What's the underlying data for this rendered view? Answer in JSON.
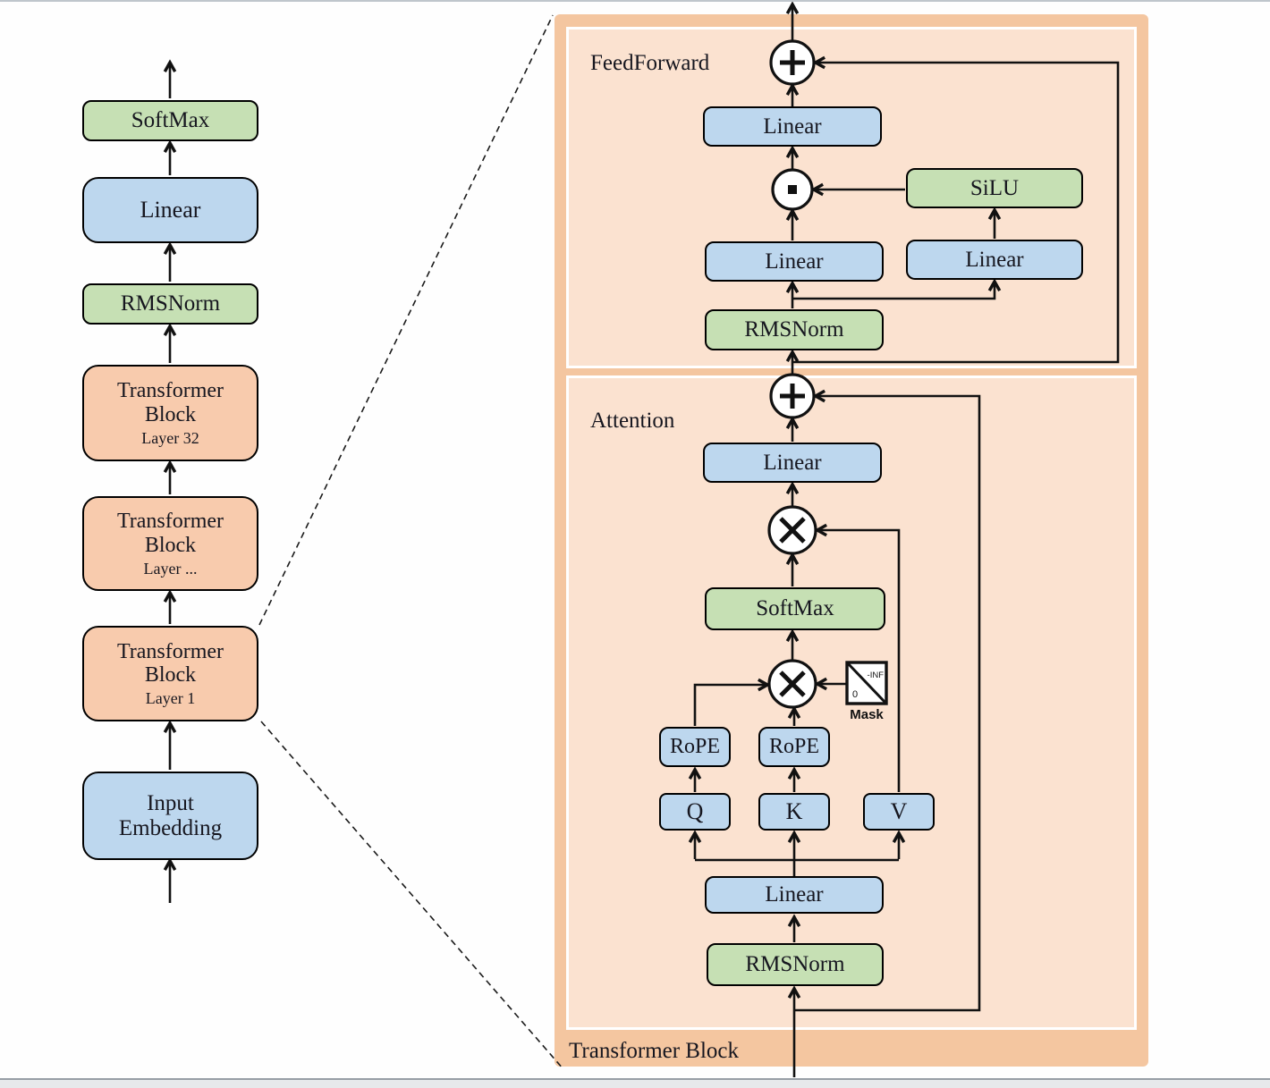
{
  "diagram": {
    "left": {
      "softmax": "SoftMax",
      "linear": "Linear",
      "rmsnorm": "RMSNorm",
      "block32": {
        "l1": "Transformer",
        "l2": "Block",
        "layer": "Layer 32"
      },
      "block_dots": {
        "l1": "Transformer",
        "l2": "Block",
        "layer": "Layer ..."
      },
      "block1": {
        "l1": "Transformer",
        "l2": "Block",
        "layer": "Layer 1"
      },
      "input_embedding": {
        "l1": "Input",
        "l2": "Embedding"
      }
    },
    "right": {
      "block_label": "Transformer Block",
      "feedforward": {
        "label": "FeedForward",
        "linear_out": "Linear",
        "silu": "SiLU",
        "linear_left": "Linear",
        "linear_right": "Linear",
        "rmsnorm": "RMSNorm"
      },
      "attention": {
        "label": "Attention",
        "linear_out": "Linear",
        "softmax": "SoftMax",
        "rope_q": "RoPE",
        "rope_k": "RoPE",
        "q": "Q",
        "k": "K",
        "v": "V",
        "linear_in": "Linear",
        "rmsnorm": "RMSNorm",
        "mask": {
          "label": "Mask",
          "neg_inf": "-INF",
          "zero": "0"
        }
      }
    },
    "operators": {
      "residual_add": "+",
      "matrix_multiply": "×",
      "elementwise_multiply": "·"
    },
    "colors": {
      "box_blue": "#bdd7ee",
      "box_green": "#c6e0b4",
      "box_orange": "#f8cbad",
      "outer_block": "#f4c6a0",
      "inner_panel": "#fbe2d0",
      "line": "#111111"
    }
  }
}
